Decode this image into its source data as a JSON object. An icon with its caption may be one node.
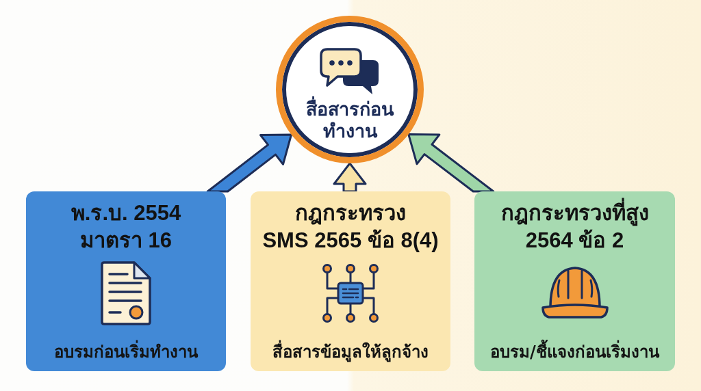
{
  "diagram": {
    "nodes": [
      {
        "text": [
          "สื่อสารก่อนทำงาน"
        ]
      },
      {
        "text": [
          "พ.ร.บ. 2554 มาตรา 16",
          "อบรมก่อนเริ่มทำงาน"
        ]
      },
      {
        "text": [
          "กฎกระทรวง SMS 2565 ข้อ 8(4)",
          "สื่อสารข้อมูลให้ลูกจ้าง"
        ]
      },
      {
        "text": [
          "กฎกระทรวงที่สูง 2564 ข้อ 2",
          "อบรม/ชี้แจงก่อนเริ่มงาน"
        ]
      }
    ],
    "edges": [
      {
        "from": 1,
        "to": 0,
        "arrow": "to",
        "color": "#3c84d6"
      },
      {
        "from": 2,
        "to": 0,
        "arrow": "to",
        "color": "#f9e3a6"
      },
      {
        "from": 3,
        "to": 0,
        "arrow": "to",
        "color": "#9fd6a8"
      }
    ]
  }
}
